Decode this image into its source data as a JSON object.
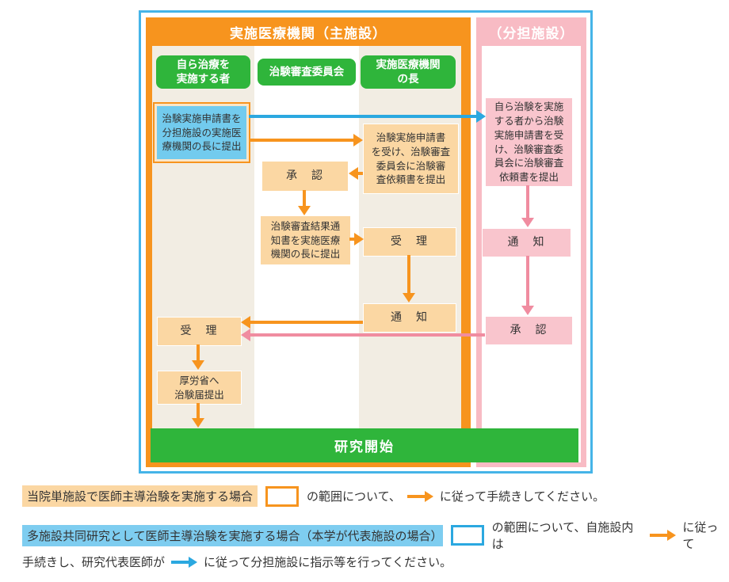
{
  "diagram": {
    "main_facility_title": "実施医療機関（主施設）",
    "sub_facility_title": "（分担施設）",
    "columns": [
      {
        "header": "自ら治療を\n実施する者"
      },
      {
        "header": "治験審査委員会"
      },
      {
        "header": "実施医療機関\nの長"
      }
    ],
    "boxes": {
      "submit_application": "治験実施申請書を\n分担施設の実施医\n療機関の長に提出",
      "receive_application": "治験実施申請書\nを受け、治験審査\n委員会に治験審\n査依頼書を提出",
      "irb_approval": "承　認",
      "irb_result": "治験審査結果通\n知書を実施医療\n機関の長に提出",
      "head_accept": "受　理",
      "head_notify": "通　知",
      "self_accept": "受　理",
      "mhlw_submit": "厚労省へ\n治験届提出",
      "sub_receive": "自ら治験を実施\nする者から治験\n実施申請書を受\nけ、治験審査委\n員会に治験審査\n依頼書を提出",
      "sub_notify": "通　知",
      "sub_approval": "承　認",
      "start_bar": "研究開始"
    }
  },
  "legend": {
    "row1": {
      "highlight": "当院単施設で医師主導治験を実施する場合",
      "mid": "の範囲について、",
      "end": "に従って手続きしてください。"
    },
    "row2": {
      "highlight": "多施設共同研究として医師主導治験を実施する場合（本学が代表施設の場合）",
      "mid": "の範囲について、自施設内は",
      "end": "に従って"
    },
    "row3": {
      "start": "手続きし、研究代表医師が",
      "end": "に従って分担施設に指示等を行ってください。"
    }
  },
  "colors": {
    "orange": "#F7941E",
    "blue_arrow": "#2BA8E0",
    "outer_border_blue": "#45B4E8",
    "pink_frame": "#F8BBC4",
    "pink_box": "#F9C5CD",
    "pink_arrow": "#F08CA0",
    "peach_box": "#FBD7A3",
    "green": "#2FB53B",
    "beige_column": "#F2EDE3",
    "light_blue_box": "#72CBEE"
  }
}
